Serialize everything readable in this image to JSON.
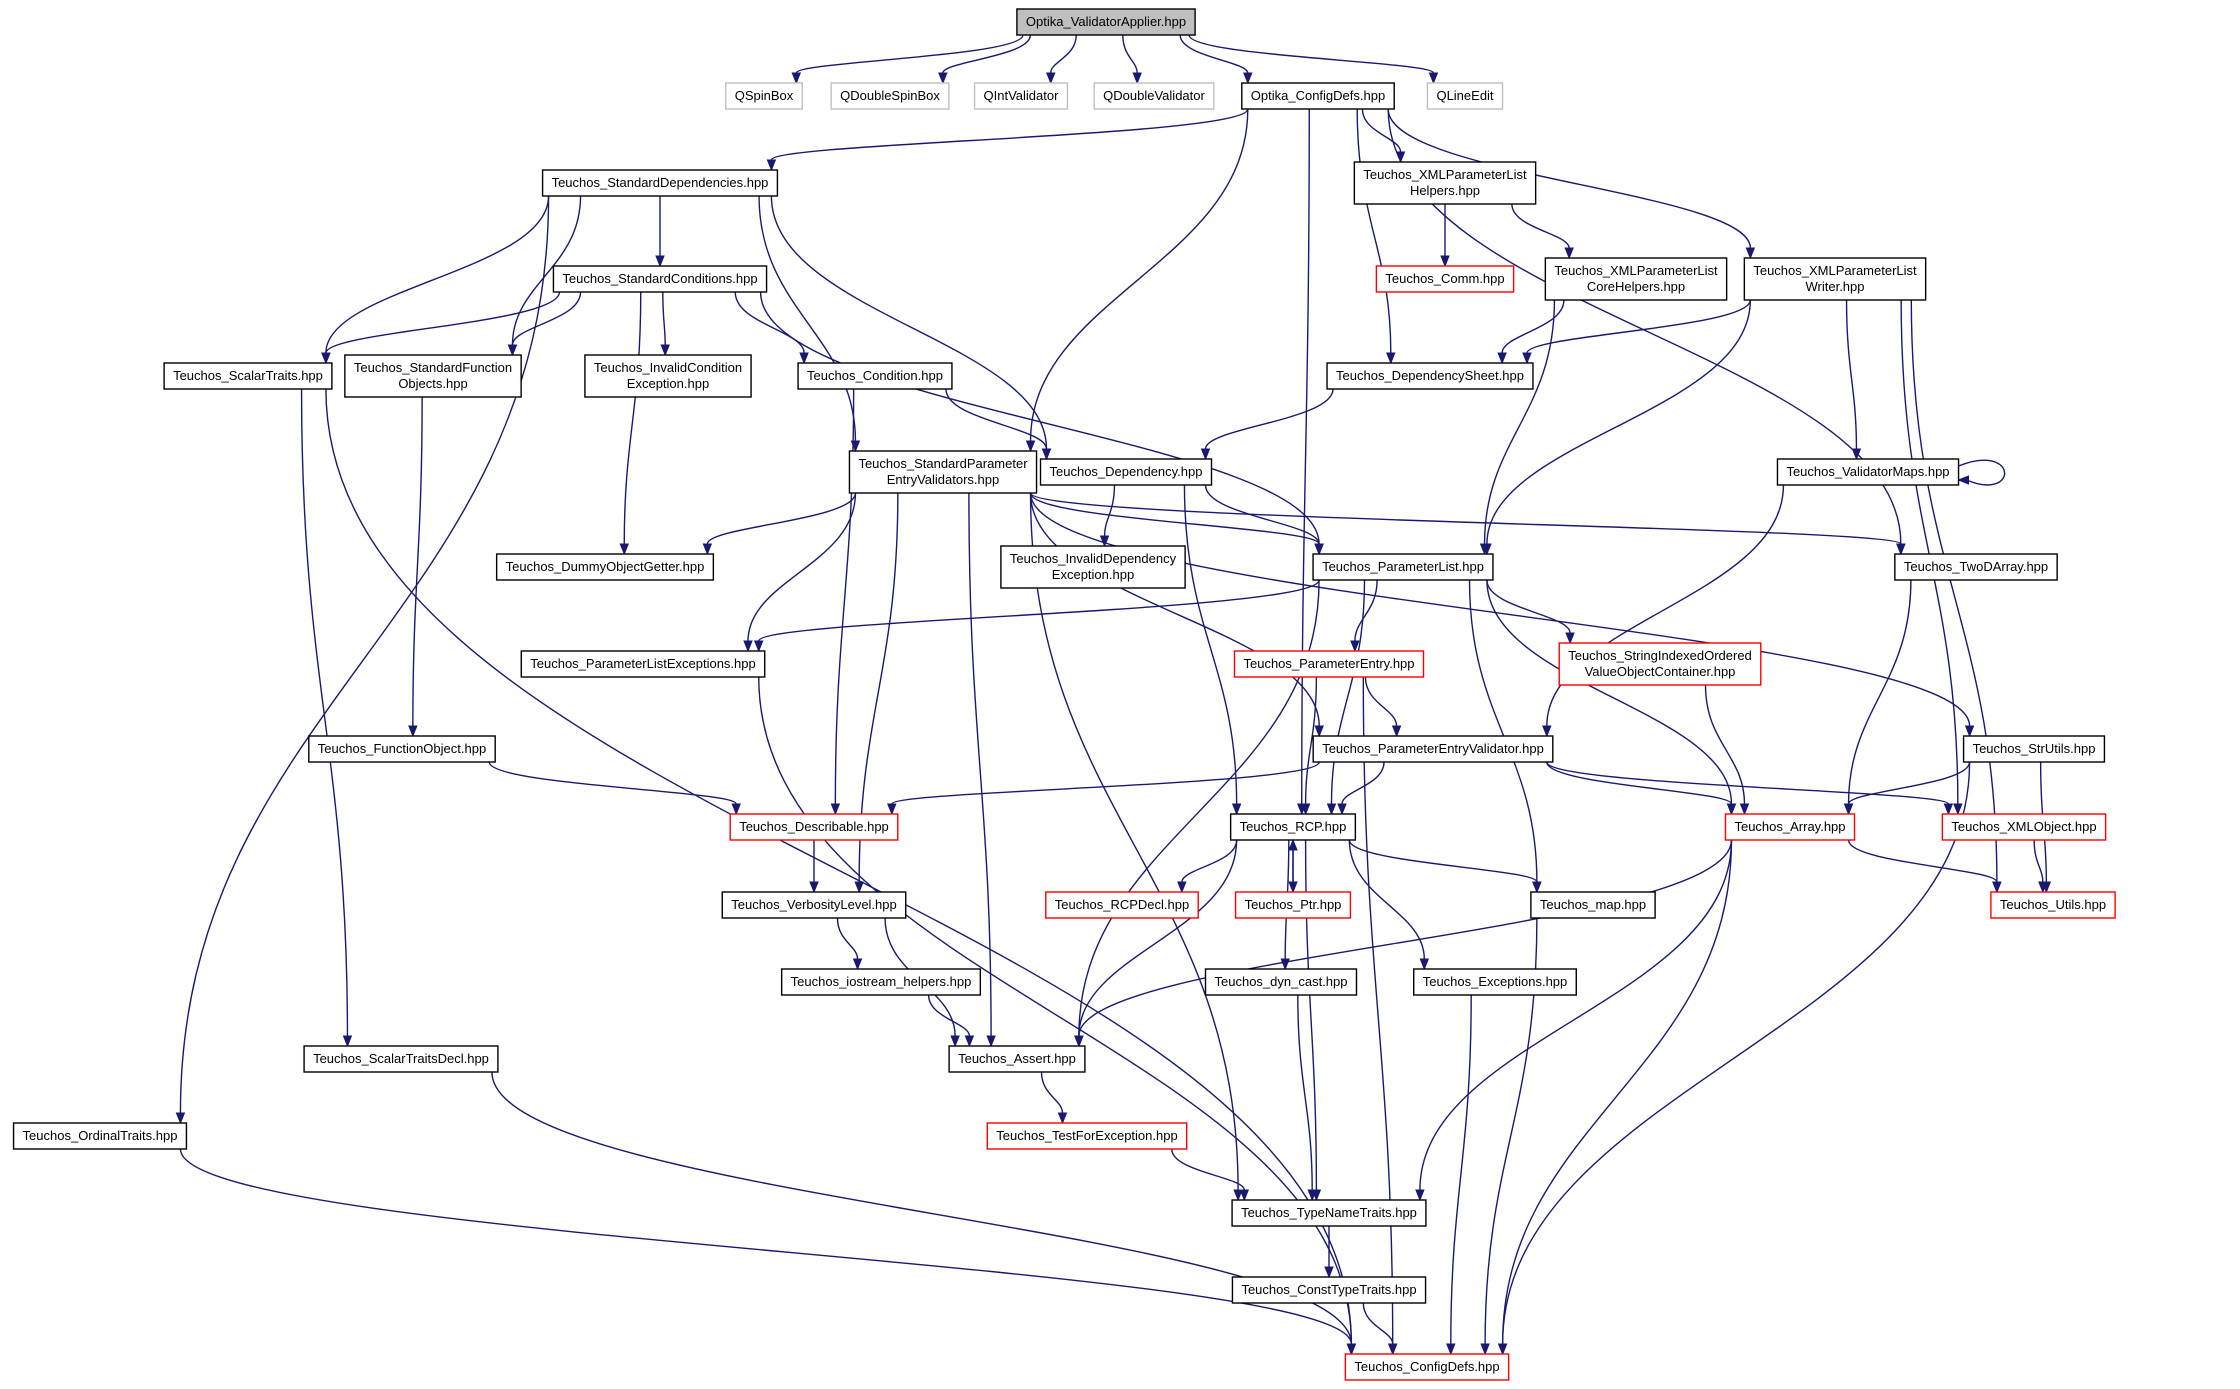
{
  "colors": {
    "edge": "#191970",
    "root_fill": "#bfbfbf",
    "root_border": "#000000",
    "normal_border": "#000000",
    "missing_border": "#ff0000",
    "external_border": "#bfbfbf"
  },
  "nodes": [
    {
      "id": "root",
      "lines": [
        "Optika_ValidatorApplier.hpp"
      ],
      "kind": "root"
    },
    {
      "id": "qspinbox",
      "lines": [
        "QSpinBox"
      ],
      "kind": "external"
    },
    {
      "id": "qdoublespinbox",
      "lines": [
        "QDoubleSpinBox"
      ],
      "kind": "external"
    },
    {
      "id": "qintvalidator",
      "lines": [
        "QIntValidator"
      ],
      "kind": "external"
    },
    {
      "id": "qdoublevalidator",
      "lines": [
        "QDoubleValidator"
      ],
      "kind": "external"
    },
    {
      "id": "configdefs_optika",
      "lines": [
        "Optika_ConfigDefs.hpp"
      ],
      "kind": "normal"
    },
    {
      "id": "qlineedit",
      "lines": [
        "QLineEdit"
      ],
      "kind": "external"
    },
    {
      "id": "stddeps",
      "lines": [
        "Teuchos_StandardDependencies.hpp"
      ],
      "kind": "normal"
    },
    {
      "id": "xmlplhelpers",
      "lines": [
        "Teuchos_XMLParameterList",
        "Helpers.hpp"
      ],
      "kind": "normal"
    },
    {
      "id": "comm",
      "lines": [
        "Teuchos_Comm.hpp"
      ],
      "kind": "missing"
    },
    {
      "id": "xmlplcore",
      "lines": [
        "Teuchos_XMLParameterList",
        "CoreHelpers.hpp"
      ],
      "kind": "normal"
    },
    {
      "id": "xmlplwriter",
      "lines": [
        "Teuchos_XMLParameterList",
        "Writer.hpp"
      ],
      "kind": "normal"
    },
    {
      "id": "stdconditions",
      "lines": [
        "Teuchos_StandardConditions.hpp"
      ],
      "kind": "normal"
    },
    {
      "id": "scalartraits",
      "lines": [
        "Teuchos_ScalarTraits.hpp"
      ],
      "kind": "normal"
    },
    {
      "id": "stdfuncobj",
      "lines": [
        "Teuchos_StandardFunction",
        "Objects.hpp"
      ],
      "kind": "normal"
    },
    {
      "id": "invalidcond",
      "lines": [
        "Teuchos_InvalidCondition",
        "Exception.hpp"
      ],
      "kind": "normal"
    },
    {
      "id": "condition",
      "lines": [
        "Teuchos_Condition.hpp"
      ],
      "kind": "normal"
    },
    {
      "id": "depsheet",
      "lines": [
        "Teuchos_DependencySheet.hpp"
      ],
      "kind": "normal"
    },
    {
      "id": "stdpev",
      "lines": [
        "Teuchos_StandardParameter",
        "EntryValidators.hpp"
      ],
      "kind": "normal"
    },
    {
      "id": "dependency",
      "lines": [
        "Teuchos_Dependency.hpp"
      ],
      "kind": "normal"
    },
    {
      "id": "validatormaps",
      "lines": [
        "Teuchos_ValidatorMaps.hpp"
      ],
      "kind": "normal"
    },
    {
      "id": "dummyobj",
      "lines": [
        "Teuchos_DummyObjectGetter.hpp"
      ],
      "kind": "normal"
    },
    {
      "id": "invaliddep",
      "lines": [
        "Teuchos_InvalidDependency",
        "Exception.hpp"
      ],
      "kind": "normal"
    },
    {
      "id": "paramlist",
      "lines": [
        "Teuchos_ParameterList.hpp"
      ],
      "kind": "normal"
    },
    {
      "id": "twodarray",
      "lines": [
        "Teuchos_TwoDArray.hpp"
      ],
      "kind": "normal"
    },
    {
      "id": "plexceptions",
      "lines": [
        "Teuchos_ParameterListExceptions.hpp"
      ],
      "kind": "normal"
    },
    {
      "id": "paramentry",
      "lines": [
        "Teuchos_ParameterEntry.hpp"
      ],
      "kind": "missing"
    },
    {
      "id": "stringindexed",
      "lines": [
        "Teuchos_StringIndexedOrdered",
        "ValueObjectContainer.hpp"
      ],
      "kind": "missing"
    },
    {
      "id": "functionobj",
      "lines": [
        "Teuchos_FunctionObject.hpp"
      ],
      "kind": "normal"
    },
    {
      "id": "pev",
      "lines": [
        "Teuchos_ParameterEntryValidator.hpp"
      ],
      "kind": "normal"
    },
    {
      "id": "strutils",
      "lines": [
        "Teuchos_StrUtils.hpp"
      ],
      "kind": "normal"
    },
    {
      "id": "describable",
      "lines": [
        "Teuchos_Describable.hpp"
      ],
      "kind": "missing"
    },
    {
      "id": "rcp",
      "lines": [
        "Teuchos_RCP.hpp"
      ],
      "kind": "normal"
    },
    {
      "id": "array",
      "lines": [
        "Teuchos_Array.hpp"
      ],
      "kind": "missing"
    },
    {
      "id": "xmlobject",
      "lines": [
        "Teuchos_XMLObject.hpp"
      ],
      "kind": "missing"
    },
    {
      "id": "verbosity",
      "lines": [
        "Teuchos_VerbosityLevel.hpp"
      ],
      "kind": "normal"
    },
    {
      "id": "rcpdecl",
      "lines": [
        "Teuchos_RCPDecl.hpp"
      ],
      "kind": "missing"
    },
    {
      "id": "ptr",
      "lines": [
        "Teuchos_Ptr.hpp"
      ],
      "kind": "missing"
    },
    {
      "id": "map",
      "lines": [
        "Teuchos_map.hpp"
      ],
      "kind": "normal"
    },
    {
      "id": "utils",
      "lines": [
        "Teuchos_Utils.hpp"
      ],
      "kind": "missing"
    },
    {
      "id": "iostream",
      "lines": [
        "Teuchos_iostream_helpers.hpp"
      ],
      "kind": "normal"
    },
    {
      "id": "dyncast",
      "lines": [
        "Teuchos_dyn_cast.hpp"
      ],
      "kind": "normal"
    },
    {
      "id": "exceptions",
      "lines": [
        "Teuchos_Exceptions.hpp"
      ],
      "kind": "normal"
    },
    {
      "id": "scalartraitsdecl",
      "lines": [
        "Teuchos_ScalarTraitsDecl.hpp"
      ],
      "kind": "normal"
    },
    {
      "id": "assert",
      "lines": [
        "Teuchos_Assert.hpp"
      ],
      "kind": "normal"
    },
    {
      "id": "ordinaltraits",
      "lines": [
        "Teuchos_OrdinalTraits.hpp"
      ],
      "kind": "normal"
    },
    {
      "id": "testforexc",
      "lines": [
        "Teuchos_TestForException.hpp"
      ],
      "kind": "missing"
    },
    {
      "id": "typenametraits",
      "lines": [
        "Teuchos_TypeNameTraits.hpp"
      ],
      "kind": "normal"
    },
    {
      "id": "consttypetraits",
      "lines": [
        "Teuchos_ConstTypeTraits.hpp"
      ],
      "kind": "normal"
    },
    {
      "id": "configdefs_teuchos",
      "lines": [
        "Teuchos_ConfigDefs.hpp"
      ],
      "kind": "missing"
    }
  ],
  "edges": [
    [
      "root",
      "qspinbox"
    ],
    [
      "root",
      "qdoublespinbox"
    ],
    [
      "root",
      "qintvalidator"
    ],
    [
      "root",
      "qdoublevalidator"
    ],
    [
      "root",
      "configdefs_optika"
    ],
    [
      "root",
      "qlineedit"
    ],
    [
      "configdefs_optika",
      "stddeps"
    ],
    [
      "configdefs_optika",
      "xmlplhelpers"
    ],
    [
      "configdefs_optika",
      "xmlplwriter"
    ],
    [
      "configdefs_optika",
      "twodarray"
    ],
    [
      "configdefs_optika",
      "stdpev"
    ],
    [
      "configdefs_optika",
      "rcp"
    ],
    [
      "configdefs_optika",
      "depsheet"
    ],
    [
      "stddeps",
      "stdconditions"
    ],
    [
      "stddeps",
      "scalartraits"
    ],
    [
      "stddeps",
      "stdfuncobj"
    ],
    [
      "stddeps",
      "stdpev"
    ],
    [
      "stddeps",
      "dependency"
    ],
    [
      "stddeps",
      "ordinaltraits"
    ],
    [
      "xmlplhelpers",
      "comm"
    ],
    [
      "xmlplhelpers",
      "xmlplcore"
    ],
    [
      "xmlplcore",
      "depsheet"
    ],
    [
      "xmlplcore",
      "paramlist"
    ],
    [
      "xmlplwriter",
      "depsheet"
    ],
    [
      "xmlplwriter",
      "validatormaps"
    ],
    [
      "xmlplwriter",
      "paramlist"
    ],
    [
      "xmlplwriter",
      "xmlobject"
    ],
    [
      "xmlplwriter",
      "utils"
    ],
    [
      "stdconditions",
      "scalartraits"
    ],
    [
      "stdconditions",
      "stdfuncobj"
    ],
    [
      "stdconditions",
      "invalidcond"
    ],
    [
      "stdconditions",
      "condition"
    ],
    [
      "stdconditions",
      "dummyobj"
    ],
    [
      "stdconditions",
      "paramlist"
    ],
    [
      "scalartraits",
      "scalartraitsdecl"
    ],
    [
      "scalartraits",
      "configdefs_teuchos"
    ],
    [
      "stdfuncobj",
      "functionobj"
    ],
    [
      "condition",
      "dependency"
    ],
    [
      "condition",
      "describable"
    ],
    [
      "depsheet",
      "dependency"
    ],
    [
      "stdpev",
      "dummyobj"
    ],
    [
      "stdpev",
      "paramlist"
    ],
    [
      "stdpev",
      "plexceptions"
    ],
    [
      "stdpev",
      "twodarray"
    ],
    [
      "stdpev",
      "strutils"
    ],
    [
      "stdpev",
      "pev"
    ],
    [
      "stdpev",
      "verbosity"
    ],
    [
      "stdpev",
      "assert"
    ],
    [
      "stdpev",
      "typenametraits"
    ],
    [
      "dependency",
      "invaliddep"
    ],
    [
      "dependency",
      "paramlist"
    ],
    [
      "dependency",
      "rcp"
    ],
    [
      "validatormaps",
      "validatormaps"
    ],
    [
      "validatormaps",
      "pev"
    ],
    [
      "paramlist",
      "plexceptions"
    ],
    [
      "paramlist",
      "paramentry"
    ],
    [
      "paramlist",
      "stringindexed"
    ],
    [
      "paramlist",
      "array"
    ],
    [
      "paramlist",
      "map"
    ],
    [
      "paramlist",
      "rcp"
    ],
    [
      "paramlist",
      "assert"
    ],
    [
      "twodarray",
      "array"
    ],
    [
      "plexceptions",
      "configdefs_teuchos"
    ],
    [
      "paramentry",
      "pev"
    ],
    [
      "paramentry",
      "rcp"
    ],
    [
      "paramentry",
      "configdefs_teuchos"
    ],
    [
      "stringindexed",
      "array"
    ],
    [
      "functionobj",
      "describable"
    ],
    [
      "pev",
      "describable"
    ],
    [
      "pev",
      "rcp"
    ],
    [
      "pev",
      "array"
    ],
    [
      "pev",
      "xmlobject"
    ],
    [
      "strutils",
      "array"
    ],
    [
      "strutils",
      "utils"
    ],
    [
      "strutils",
      "configdefs_teuchos"
    ],
    [
      "describable",
      "verbosity"
    ],
    [
      "rcp",
      "rcpdecl"
    ],
    [
      "rcp",
      "ptr"
    ],
    [
      "rcp",
      "map"
    ],
    [
      "rcp",
      "dyncast"
    ],
    [
      "rcp",
      "exceptions"
    ],
    [
      "rcp",
      "assert"
    ],
    [
      "rcp",
      "typenametraits"
    ],
    [
      "ptr",
      "rcp"
    ],
    [
      "array",
      "utils"
    ],
    [
      "array",
      "assert"
    ],
    [
      "array",
      "typenametraits"
    ],
    [
      "array",
      "configdefs_teuchos"
    ],
    [
      "xmlobject",
      "utils"
    ],
    [
      "verbosity",
      "iostream"
    ],
    [
      "verbosity",
      "assert"
    ],
    [
      "map",
      "configdefs_teuchos"
    ],
    [
      "iostream",
      "assert"
    ],
    [
      "dyncast",
      "typenametraits"
    ],
    [
      "exceptions",
      "configdefs_teuchos"
    ],
    [
      "scalartraitsdecl",
      "configdefs_teuchos"
    ],
    [
      "assert",
      "testforexc"
    ],
    [
      "ordinaltraits",
      "configdefs_teuchos"
    ],
    [
      "testforexc",
      "typenametraits"
    ],
    [
      "typenametraits",
      "consttypetraits"
    ],
    [
      "consttypetraits",
      "configdefs_teuchos"
    ]
  ]
}
